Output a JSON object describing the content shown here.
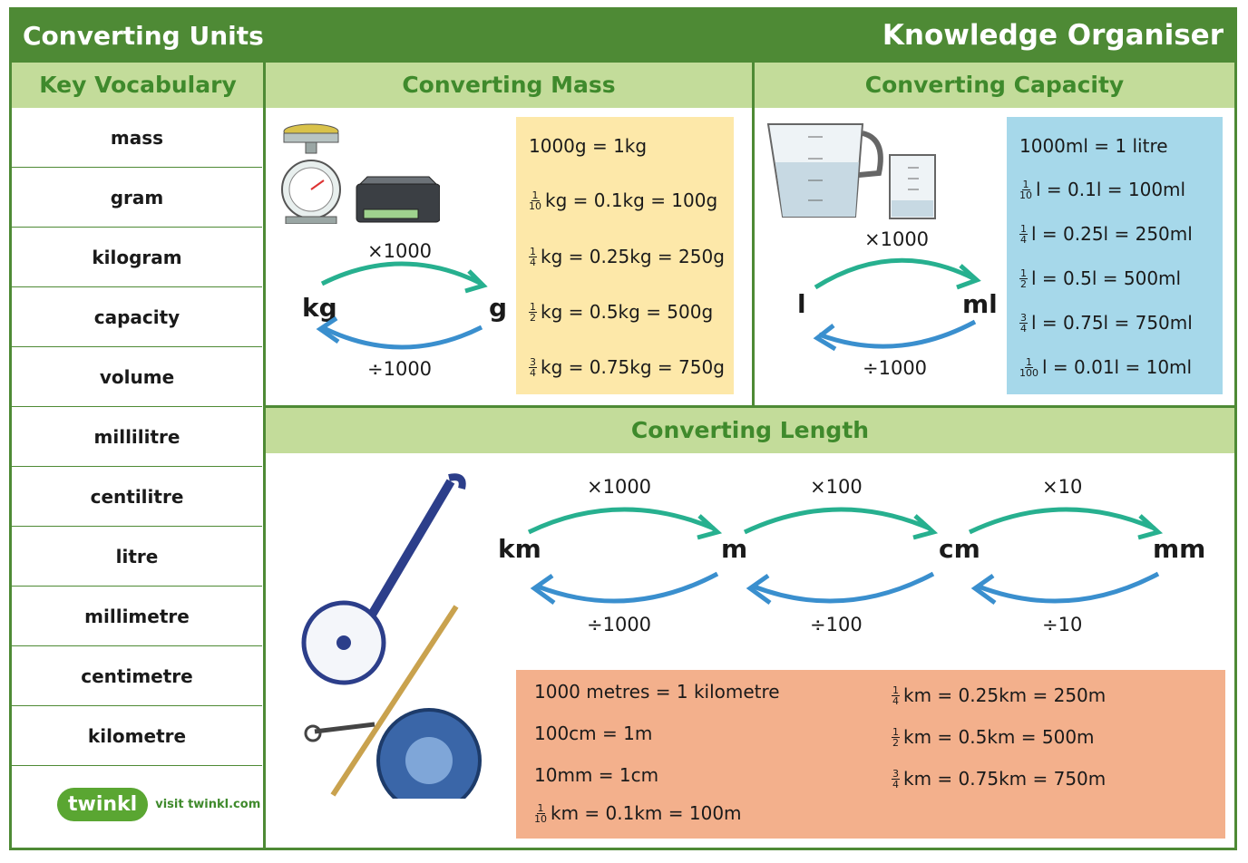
{
  "header": {
    "title_left": "Converting Units",
    "title_right": "Knowledge Organiser"
  },
  "vocab": {
    "heading": "Key Vocabulary",
    "words": [
      "mass",
      "gram",
      "kilogram",
      "capacity",
      "volume",
      "millilitre",
      "centilitre",
      "litre",
      "millimetre",
      "centimetre",
      "kilometre"
    ]
  },
  "mass": {
    "heading": "Converting Mass",
    "unit_left": "kg",
    "unit_right": "g",
    "op_mult": "×1000",
    "op_div": "÷1000",
    "facts": [
      {
        "frac_num": "",
        "frac_den": "",
        "text": "1000g = 1kg"
      },
      {
        "frac_num": "1",
        "frac_den": "10",
        "text": "kg = 0.1kg = 100g"
      },
      {
        "frac_num": "1",
        "frac_den": "4",
        "text": "kg = 0.25kg = 250g"
      },
      {
        "frac_num": "1",
        "frac_den": "2",
        "text": "kg = 0.5kg = 500g"
      },
      {
        "frac_num": "3",
        "frac_den": "4",
        "text": "kg = 0.75kg = 750g"
      }
    ],
    "colors": {
      "box": "#fde8a9"
    }
  },
  "capacity": {
    "heading": "Converting Capacity",
    "unit_left": "l",
    "unit_right": "ml",
    "op_mult": "×1000",
    "op_div": "÷1000",
    "facts": [
      {
        "frac_num": "",
        "frac_den": "",
        "text": "1000ml = 1 litre"
      },
      {
        "frac_num": "1",
        "frac_den": "10",
        "text": "l = 0.1l = 100ml"
      },
      {
        "frac_num": "1",
        "frac_den": "4",
        "text": "l = 0.25l = 250ml"
      },
      {
        "frac_num": "1",
        "frac_den": "2",
        "text": "l = 0.5l = 500ml"
      },
      {
        "frac_num": "3",
        "frac_den": "4",
        "text": "l = 0.75l = 750ml"
      },
      {
        "frac_num": "1",
        "frac_den": "100",
        "text": "l = 0.01l = 10ml"
      }
    ],
    "colors": {
      "box": "#a6d8ea"
    }
  },
  "length": {
    "heading": "Converting Length",
    "units": [
      "km",
      "m",
      "cm",
      "mm"
    ],
    "ops_mult": [
      "×1000",
      "×100",
      "×10"
    ],
    "ops_div": [
      "÷1000",
      "÷100",
      "÷10"
    ],
    "facts_left": [
      {
        "frac_num": "",
        "frac_den": "",
        "text": "1000 metres = 1 kilometre"
      },
      {
        "frac_num": "",
        "frac_den": "",
        "text": "100cm = 1m"
      },
      {
        "frac_num": "",
        "frac_den": "",
        "text": "10mm = 1cm"
      },
      {
        "frac_num": "1",
        "frac_den": "10",
        "text": "km = 0.1km = 100m"
      }
    ],
    "facts_right": [
      {
        "frac_num": "1",
        "frac_den": "4",
        "text": "km = 0.25km = 250m"
      },
      {
        "frac_num": "1",
        "frac_den": "2",
        "text": "km = 0.5km = 500m"
      },
      {
        "frac_num": "3",
        "frac_den": "4",
        "text": "km = 0.75km = 750m"
      }
    ],
    "colors": {
      "box": "#f3b08c"
    }
  },
  "colors": {
    "green_dark": "#4e8a35",
    "green_light": "#c3dc9a",
    "arrow_teal": "#27b08f",
    "arrow_blue": "#3a8fce"
  },
  "logo": {
    "brand": "twinkl",
    "visit": "visit twinkl.com"
  },
  "icons": [
    "weighing-scales-icon",
    "digital-scale-icon",
    "measuring-jug-icon",
    "beaker-icon",
    "trundle-wheel-icon",
    "ruler-icon",
    "tape-measure-icon"
  ]
}
